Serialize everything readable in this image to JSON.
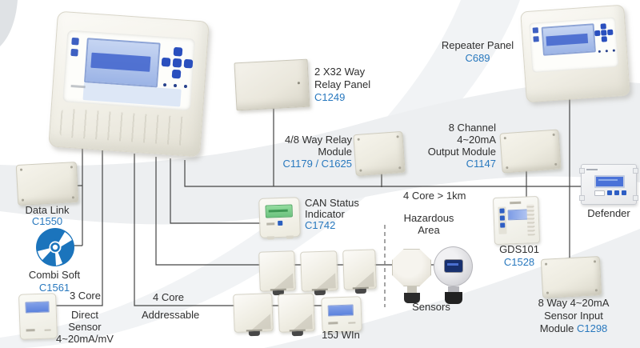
{
  "colors": {
    "code_blue": "#2878be",
    "text_black": "#2f2f2f",
    "line": "#444444"
  },
  "labels": {
    "repeater_panel": {
      "title": "Repeater Panel",
      "code": "C689"
    },
    "relay_panel": {
      "line1": "2 X32 Way",
      "line2": "Relay Panel",
      "code": "C1249"
    },
    "relay_module": {
      "line1": "4/8 Way Relay",
      "line2": "Module",
      "code": "C1179 / C1625"
    },
    "output_module": {
      "line1": "8 Channel",
      "line2": "4~20mA",
      "line3": "Output Module",
      "code": "C1147"
    },
    "data_link": {
      "title": "Data Link",
      "code": "C1550"
    },
    "combi_soft": {
      "title": "Combi Soft",
      "code": "C1561"
    },
    "can_status": {
      "line1": "CAN Status",
      "line2": "Indicator",
      "code": "C1742"
    },
    "cable_4core_1km": {
      "text": "4 Core > 1km"
    },
    "hazardous_area": {
      "line1": "Hazardous",
      "line2": "Area"
    },
    "gds101": {
      "title": "GDS101",
      "code": "C1528"
    },
    "defender": {
      "title": "Defender"
    },
    "sensors": {
      "title": "Sensors"
    },
    "cable_3core": {
      "text": "3 Core"
    },
    "direct_sensor": {
      "line1": "Direct",
      "line2": "Sensor",
      "line3": "4~20mA/mV"
    },
    "cable_4core": {
      "line1": "4 Core",
      "line2": "Addressable"
    },
    "win_15j": {
      "text": "15J WIn"
    },
    "sensor_input_module": {
      "line1": "8 Way 4~20mA",
      "line2": "Sensor Input",
      "line3": "Module",
      "code": "C1298"
    }
  }
}
